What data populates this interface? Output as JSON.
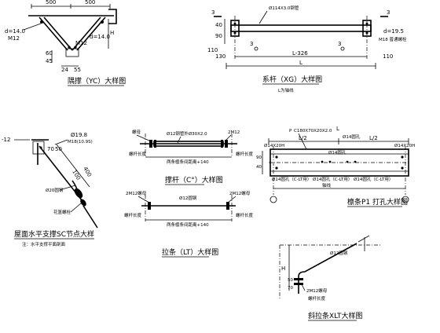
{
  "detail_yc": {
    "title": "隅撑（YC）大样图",
    "dim_left": "500",
    "dim_right": "500",
    "bolt_left": "d=14.0",
    "bolt_left_spec": "M12",
    "bolt_right": "d=14.0",
    "bolt_right_spec": "M12",
    "height_label": "H",
    "dim_a": "60",
    "dim_b": "45",
    "dim_c": "24",
    "dim_d": "55"
  },
  "detail_xg": {
    "title": "系杆（XG）大样图",
    "pipe_spec": "Ø114X3.0钢管",
    "section_left": "3",
    "section_right": "3",
    "dim_40": "40",
    "dim_90": "90",
    "dim_110_left": "110",
    "dim_110_right": "110",
    "dim_130": "130",
    "length": "L-326",
    "overall": "L",
    "hole": "d=19.5",
    "bolt": "M18 普通螺栓",
    "note": "L为轴线"
  },
  "detail_sc": {
    "title": "屋面水平支撑SC节点大样",
    "note": "注：水平支撑平面剖面",
    "slope": "-12",
    "dia": "Ø19.8",
    "bolt": "M18(10.9S)",
    "dim_70": "70",
    "dim_50": "50",
    "dim_100": "100",
    "dim_400": "400",
    "rod": "Ø20圆钢",
    "turnbuckle": "花篮螺栓"
  },
  "detail_cg": {
    "title": "撑杆（C°）大样图",
    "nut": "螺母",
    "bolt": "2M12",
    "pipe": "Ø12钢管外Ø30X2.0",
    "spacing": "两条檩条间距离+140",
    "left_len": "螺杆长度",
    "right_len": "螺杆长度"
  },
  "detail_lt": {
    "title": "拉条（LT）大样图",
    "left_nut": "2M12螺母",
    "right_nut": "2M12螺母",
    "rod": "Ø12圆钢",
    "spacing": "两条檩条间距离+140",
    "left_len": "螺杆长度",
    "right_len": "螺杆长度"
  },
  "detail_p1": {
    "title": "檩条P1 打孔大样图",
    "section": "C180X70X20X2.0",
    "section_prefix": "P",
    "half_left": "L/2",
    "half_right": "L/2",
    "overall": "L",
    "hole_left": "Ø14X20H",
    "hole_right": "Ø14X20H",
    "hole_mid": "Ø14圆孔",
    "hole_mid2": "Ø14圆孔",
    "dim_90": "90",
    "dim_40": "40",
    "tag_a": "Ø14圆孔（C-LT用）",
    "tag_b": "Ø14圆孔（C-LT用）",
    "tag_c": "Ø14圆孔（C-LT用）",
    "tag_d": "Ø14圆孔",
    "axis": "轴线"
  },
  "detail_xlt": {
    "title": "斜拉条XLT大样图",
    "height_label": "H",
    "dim_50": "50",
    "dim_70": "70",
    "nut": "2M12螺母",
    "rod": "Ø12圆钢",
    "note": "螺杆长度"
  }
}
